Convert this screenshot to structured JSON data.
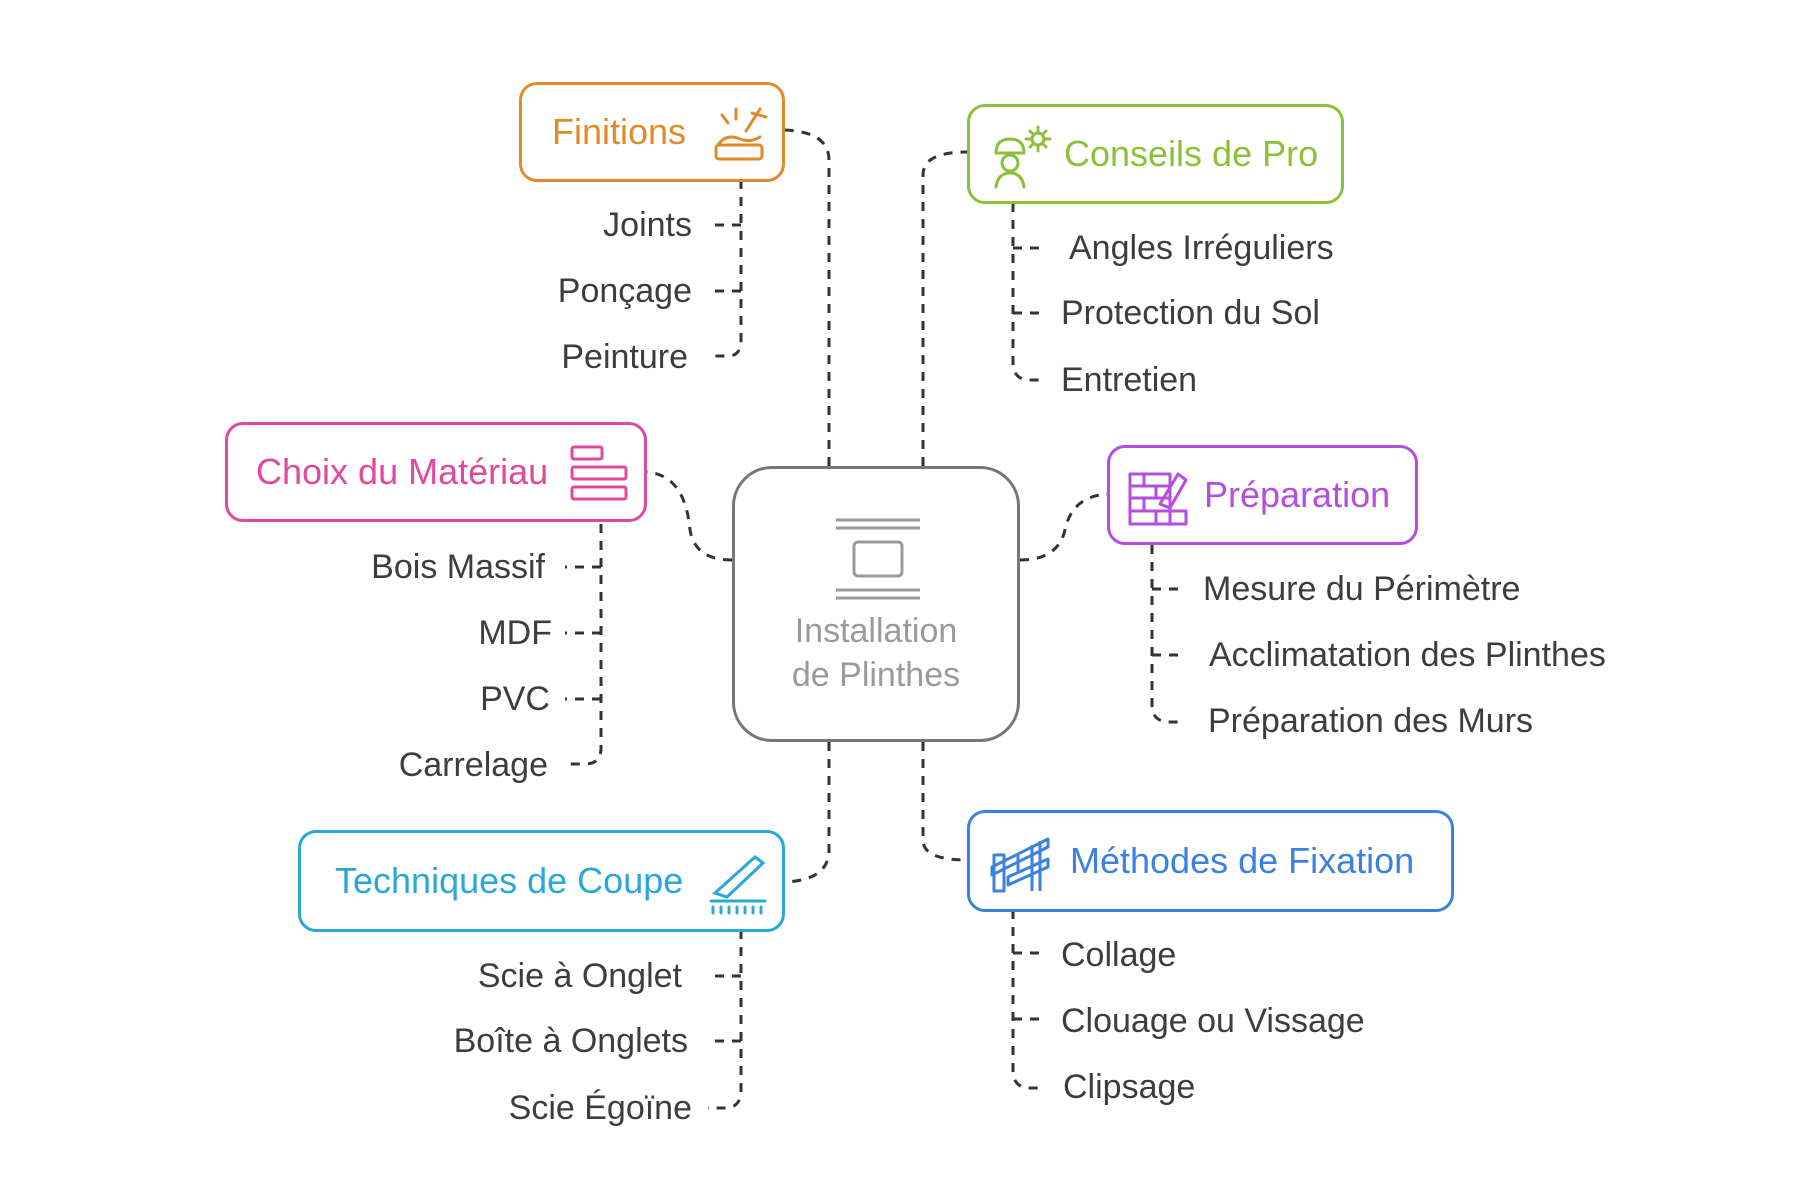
{
  "center": {
    "line1": "Installation",
    "line2": "de Plinthes"
  },
  "finitions": {
    "title": "Finitions",
    "color": "#e08a2c",
    "items": [
      "Joints",
      "Ponçage",
      "Peinture"
    ]
  },
  "conseils": {
    "title": "Conseils de Pro",
    "color": "#8dc03a",
    "items": [
      "Angles Irréguliers",
      "Protection du Sol",
      "Entretien"
    ]
  },
  "materiau": {
    "title": "Choix du Matériau",
    "color": "#e0489e",
    "items": [
      "Bois Massif",
      "MDF",
      "PVC",
      "Carrelage"
    ]
  },
  "preparation": {
    "title": "Préparation",
    "color": "#b44de0",
    "items": [
      "Mesure du Périmètre",
      "Acclimatation des Plinthes",
      "Préparation des Murs"
    ]
  },
  "coupe": {
    "title": "Techniques de Coupe",
    "color": "#2aa6d8",
    "items": [
      "Scie à Onglet",
      "Boîte à Onglets",
      "Scie Égoïne"
    ]
  },
  "fixation": {
    "title": "Méthodes de Fixation",
    "color": "#3b82e0",
    "items": [
      "Collage",
      "Clouage ou Vissage",
      "Clipsage"
    ]
  },
  "icons": {
    "center": "baseboard-icon",
    "finitions": "sanding-sparkle-icon",
    "conseils": "worker-gear-icon",
    "materiau": "stacked-planks-icon",
    "preparation": "brick-trowel-icon",
    "coupe": "knife-cut-icon",
    "fixation": "fastener-icon"
  }
}
